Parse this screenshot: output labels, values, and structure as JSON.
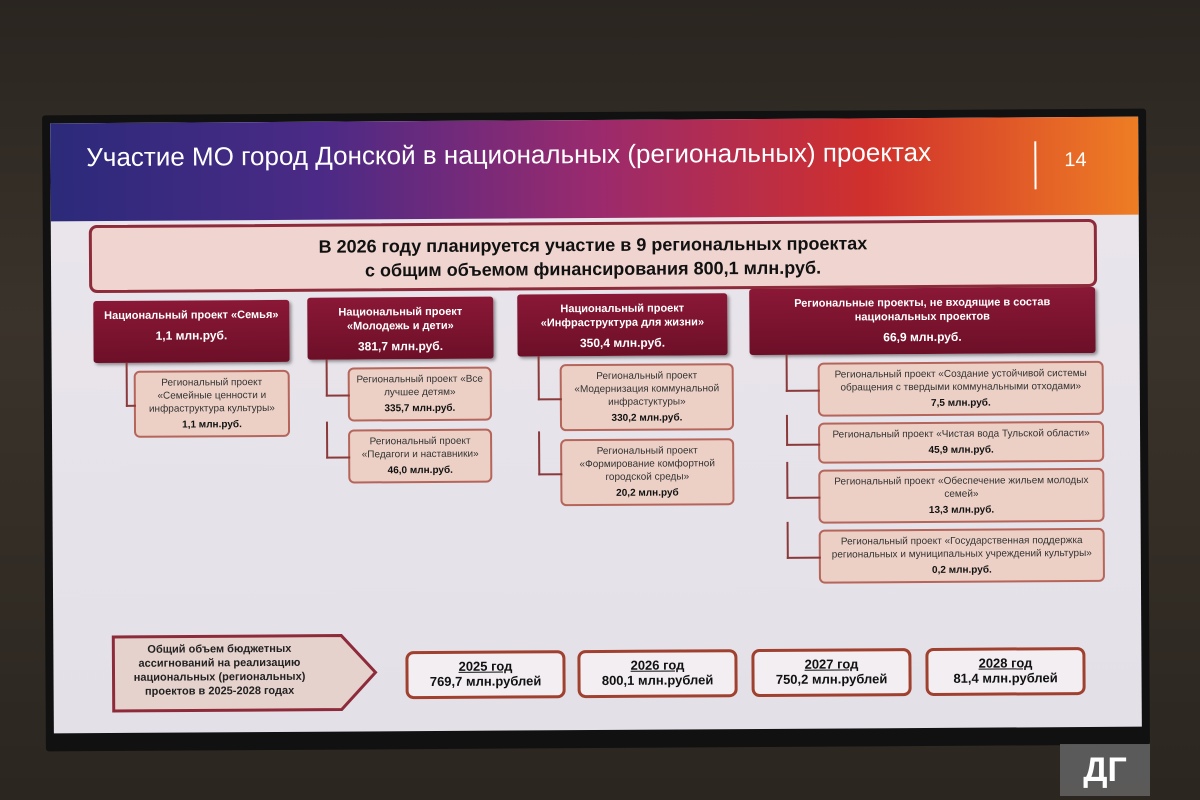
{
  "slide": {
    "title": "Участие МО город Донской в национальных (региональных) проектах",
    "page_number": "14",
    "banner": {
      "line1": "В 2026 году планируется участие в 9 региональных проектах",
      "line2": "с общим объемом финансирования  800,1 млн.руб."
    }
  },
  "national": [
    {
      "title": "Национальный проект «Семья»",
      "amount": "1,1 млн.руб.",
      "regional": [
        {
          "title": "Региональный проект «Семейные ценности и инфраструктура культуры»",
          "amount": "1,1 млн.руб."
        }
      ]
    },
    {
      "title": "Национальный проект «Молодежь и дети»",
      "amount": "381,7 млн.руб.",
      "regional": [
        {
          "title": "Региональный проект «Все лучшее детям»",
          "amount": "335,7 млн.руб."
        },
        {
          "title": "Региональный проект «Педагоги и наставники»",
          "amount": "46,0 млн.руб."
        }
      ]
    },
    {
      "title": "Национальный проект «Инфраструктура для жизни»",
      "amount": "350,4 млн.руб.",
      "regional": [
        {
          "title": "Региональный проект «Модернизация коммунальной инфрастуктуры»",
          "amount": "330,2 млн.руб."
        },
        {
          "title": "Региональный проект «Формирование комфортной городской среды»",
          "amount": "20,2 млн.руб"
        }
      ]
    },
    {
      "title": "Региональные проекты, не входящие в состав национальных проектов",
      "amount": "66,9 млн.руб.",
      "regional": [
        {
          "title": "Региональный проект «Создание устойчивой системы обращения с твердыми коммунальными отходами»",
          "amount": "7,5 млн.руб."
        },
        {
          "title": "Региональный проект «Чистая вода Тульской области»",
          "amount": "45,9 млн.руб."
        },
        {
          "title": "Региональный проект «Обеспечение жильем молодых семей»",
          "amount": "13,3 млн.руб."
        },
        {
          "title": "Региональный проект «Государственная поддержка региональных и муниципальных учреждений культуры»",
          "amount": "0,2 млн.руб."
        }
      ]
    }
  ],
  "budget": {
    "label": "Общий объем бюджетных ассигнований на реализацию национальных (региональных) проектов в 2025-2028 годах",
    "years": [
      {
        "year": "2025 год",
        "amount": "769,7 млн.рублей"
      },
      {
        "year": "2026 год",
        "amount": "800,1 млн.рублей"
      },
      {
        "year": "2027 год",
        "amount": "750,2 млн.рублей"
      },
      {
        "year": "2028 год",
        "amount": "81,4 млн.рублей"
      }
    ]
  },
  "watermark": "ДГ"
}
